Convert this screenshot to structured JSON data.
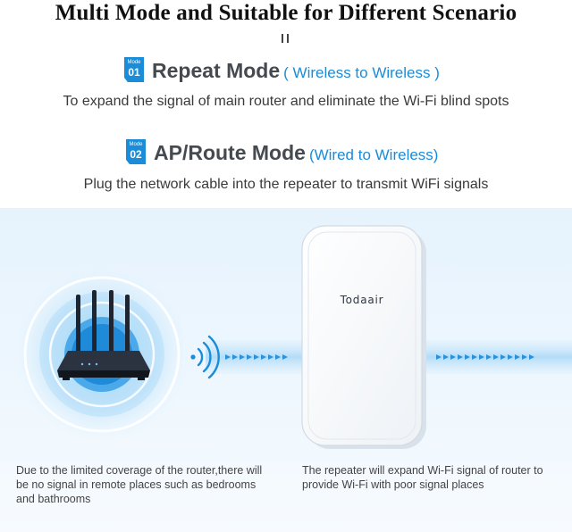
{
  "title": "Multi Mode and Suitable for Different Scenario",
  "modes": [
    {
      "badge_word": "Mode",
      "badge_num": "01",
      "name": "Repeat Mode",
      "paren": "( Wireless to Wireless )",
      "description": "To expand the signal of main router and eliminate the Wi-Fi blind spots"
    },
    {
      "badge_word": "Mode",
      "badge_num": "02",
      "name": "AP/Route Mode",
      "paren": "(Wired to Wireless)",
      "description": "Plug the network cable into the repeater to transmit WiFi signals"
    }
  ],
  "scene": {
    "brand": "Todaair",
    "caption_left": "Due to the limited coverage of the router,there will be no signal in remote places such as bedrooms and bathrooms",
    "caption_right": "The repeater will expand Wi-Fi signal of router to provide Wi-Fi with poor signal places"
  },
  "colors": {
    "accent": "#1a8cd8",
    "heading_gray": "#454a50",
    "scene_background": "#e6f3fd",
    "router_body": "#1f2530",
    "arrow_blue": "#2a92dc"
  }
}
